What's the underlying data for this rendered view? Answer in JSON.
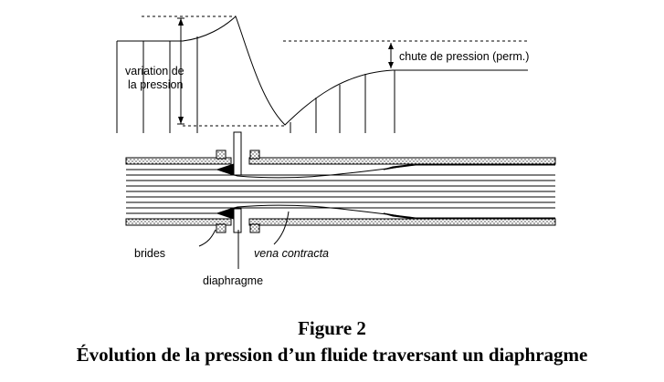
{
  "diagram": {
    "labels": {
      "pressure_variation_line1": "variation de",
      "pressure_variation_line2": "la pression",
      "pressure_drop": "chute de pression (perm.)",
      "flanges": "brides",
      "vena_contracta": "vena contracta",
      "orifice_plate": "diaphragme"
    },
    "colors": {
      "line": "#000000",
      "background": "#ffffff"
    }
  },
  "caption": {
    "figure_number": "Figure 2",
    "title": "Évolution de la pression d’un fluide traversant un diaphragme"
  }
}
